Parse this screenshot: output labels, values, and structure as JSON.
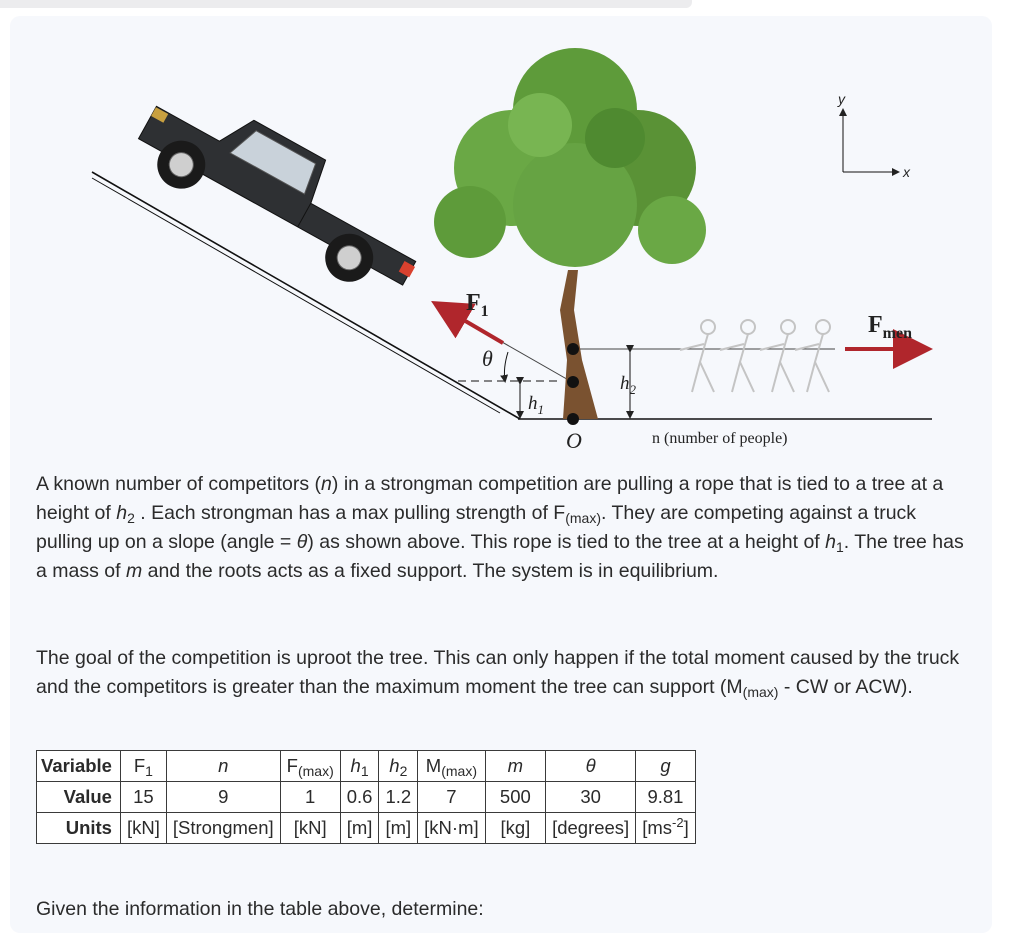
{
  "figure": {
    "labels": {
      "F1": "F",
      "F1_sub": "1",
      "Fmen": "F",
      "Fmen_sub": "men",
      "theta": "θ",
      "h1": "h",
      "h1_sub": "1",
      "h2": "h",
      "h2_sub": "2",
      "O": "O",
      "n_caption": "n (number of people)",
      "axis_y": "y",
      "axis_x": "x"
    },
    "colors": {
      "force_arrow": "#b0262c",
      "tree_foliage": "#5e9b3a",
      "trunk": "#7a5230",
      "truck": "#2e3033"
    },
    "icons": [
      "pickup-truck-icon",
      "tree-icon",
      "strongmen-figures-icon",
      "force-arrow-icon"
    ]
  },
  "paragraph1": {
    "t1": "A known number of competitors (",
    "n": "n",
    "t2": ") in a strongman competition are pulling a rope that is tied to a tree at a height of ",
    "h2": "h",
    "h2_sub": "2",
    "t3": " . Each strongman has a max pulling strength of F",
    "fmax_sub": "(max)",
    "t4": ". They are competing against a truck pulling up on a slope (angle = ",
    "theta": "θ",
    "t5": ") as shown above. This rope is tied to the tree at a height of ",
    "h1": "h",
    "h1_sub": "1",
    "t6": ". The tree has a mass of ",
    "m": "m",
    "t7": " and the roots acts as a fixed support. The system is in equilibrium."
  },
  "paragraph2": {
    "t1": "The goal of the competition is uproot the tree. This can only happen if the total moment caused by the truck and the competitors is greater than the maximum moment the tree can support (M",
    "mmax_sub": "(max)",
    "t2": " - CW or ACW)."
  },
  "table": {
    "header_row": "Variable",
    "value_row": "Value",
    "units_row": "Units",
    "columns": [
      {
        "sym": "F",
        "sub": "1",
        "italic": false,
        "value": "15",
        "unit": "[kN]"
      },
      {
        "sym": "n",
        "sub": "",
        "italic": true,
        "value": "9",
        "unit": "[Strongmen]"
      },
      {
        "sym": "F",
        "sub": "(max)",
        "italic": false,
        "value": "1",
        "unit": "[kN]"
      },
      {
        "sym": "h",
        "sub": "1",
        "italic": true,
        "value": "0.6",
        "unit": "[m]"
      },
      {
        "sym": "h",
        "sub": "2",
        "italic": true,
        "value": "1.2",
        "unit": "[m]"
      },
      {
        "sym": "M",
        "sub": "(max)",
        "italic": false,
        "value": "7",
        "unit": "[kN·m]"
      },
      {
        "sym": "m",
        "sub": "",
        "italic": true,
        "value": "500",
        "unit": "[kg]"
      },
      {
        "sym": "θ",
        "sub": "",
        "italic": true,
        "value": "30",
        "unit": "[degrees]"
      },
      {
        "sym": "g",
        "sub": "",
        "italic": true,
        "value": "9.81",
        "unit": "[ms",
        "unit_sup": "-2",
        "unit_end": "]"
      }
    ]
  },
  "closing": "Given the information in the table above, determine:"
}
